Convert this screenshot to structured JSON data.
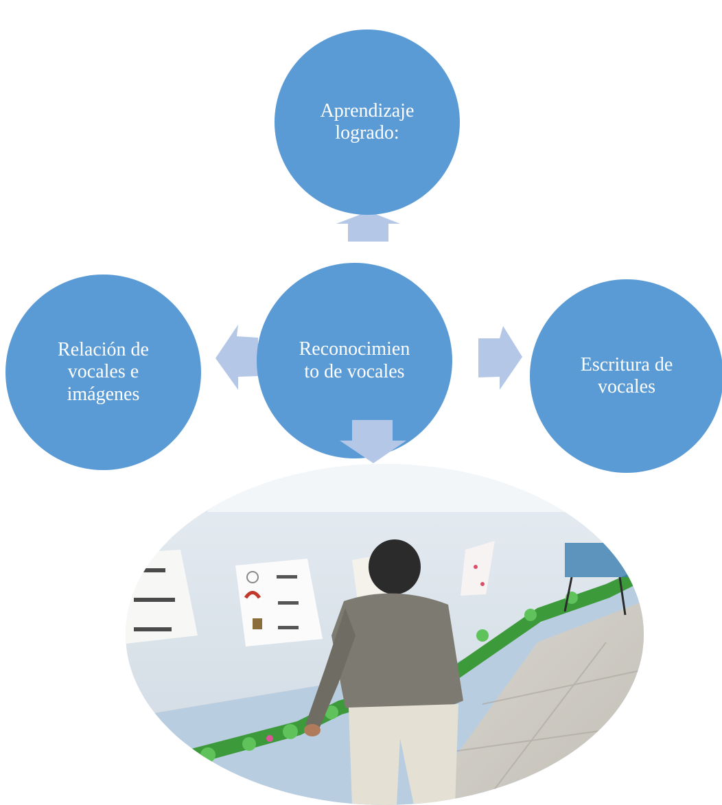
{
  "diagram": {
    "center_node": {
      "label": "Reconocimien\nto de vocales"
    },
    "top_node": {
      "label": "Aprendizaje\nlogrado:"
    },
    "left_node": {
      "label": "Relación de\nvocales e\nimágenes"
    },
    "right_node": {
      "label": "Escritura de\nvocales"
    }
  },
  "photo": {
    "description_icon": "classroom-photo"
  },
  "colors": {
    "node_fill": "#5b9bd5",
    "arrow_fill": "#b4c7e7",
    "node_text": "#ffffff"
  }
}
